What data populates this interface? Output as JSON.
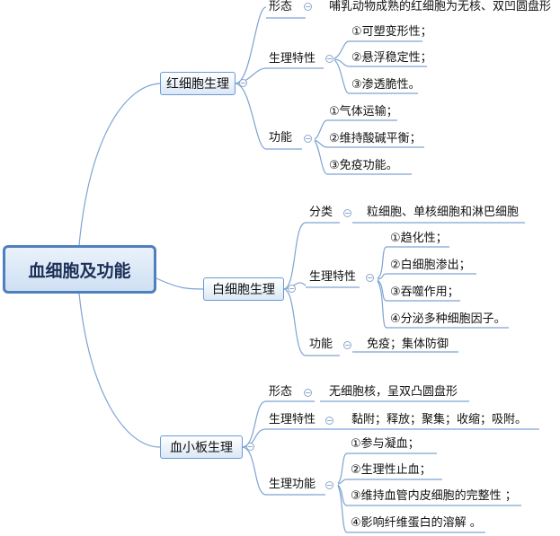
{
  "root": "血细胞及功能",
  "branches": {
    "rbc": {
      "label": "红细胞生理",
      "morph": {
        "label": "形态",
        "value": "哺乳动物成熟的红细胞为无核、双凹圆盘形"
      },
      "props": {
        "label": "生理特性",
        "items": [
          "①可塑变形性；",
          "②悬浮稳定性；",
          "③渗透脆性。"
        ]
      },
      "func": {
        "label": "功能",
        "items": [
          "①气体运输；",
          "②维持酸碱平衡；",
          "③免疫功能。"
        ]
      }
    },
    "wbc": {
      "label": "白细胞生理",
      "cls": {
        "label": "分类",
        "value": "粒细胞、单核细胞和淋巴细胞"
      },
      "props": {
        "label": "生理特性",
        "items": [
          "①趋化性；",
          "②白细胞渗出；",
          "③吞噬作用；",
          "④分泌多种细胞因子。"
        ]
      },
      "func": {
        "label": "功能",
        "value": "免疫；集体防御"
      }
    },
    "plt": {
      "label": "血小板生理",
      "morph": {
        "label": "形态",
        "value": "无细胞核，呈双凸圆盘形"
      },
      "props": {
        "label": "生理特性",
        "value": "黏附；释放；聚集；收缩；吸附。"
      },
      "func": {
        "label": "生理功能",
        "items": [
          "①参与凝血；",
          "②生理性止血；",
          "③维持血管内皮细胞的完整性 ；",
          "④影响纤维蛋白的溶解 。"
        ]
      }
    }
  },
  "colors": {
    "line": "#4f7fbd",
    "root_border": "#4f7fbd",
    "root_text": "#1c2f56"
  }
}
